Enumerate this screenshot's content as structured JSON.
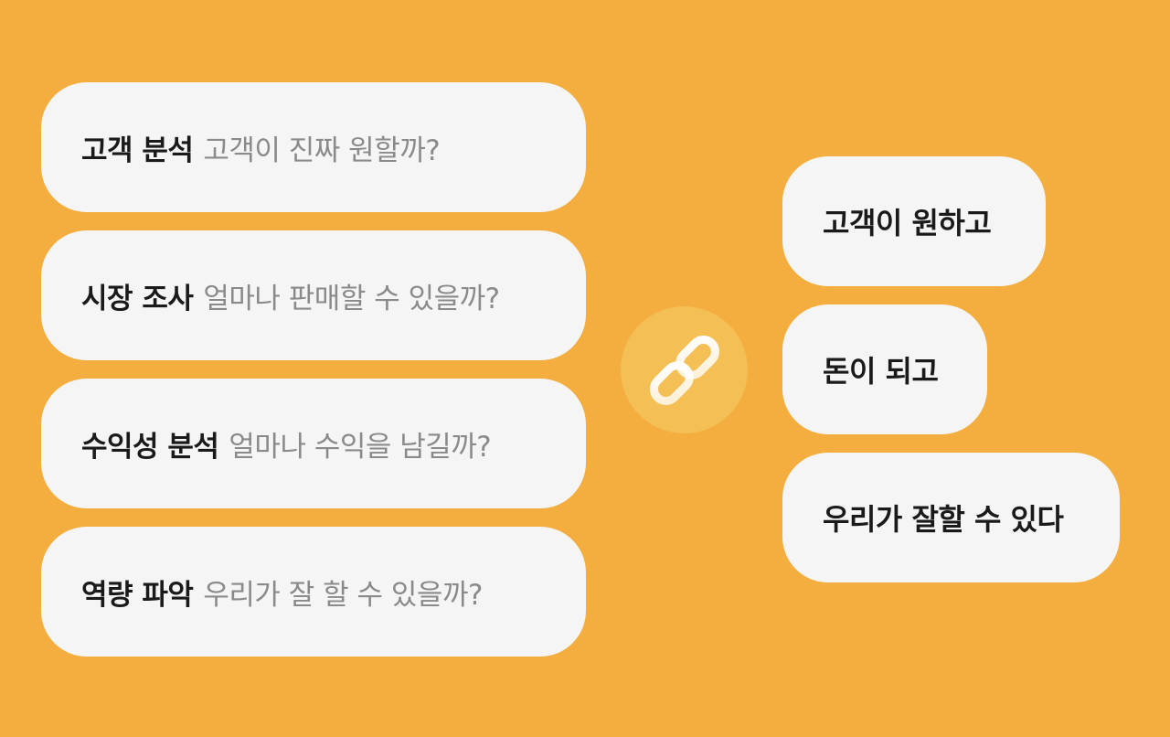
{
  "left_items": [
    {
      "title": "고객 분석",
      "description": "고객이 진짜 원할까?"
    },
    {
      "title": "시장 조사",
      "description": "얼마나 판매할 수 있을까?"
    },
    {
      "title": "수익성 분석",
      "description": "얼마나 수익을 남길까?"
    },
    {
      "title": "역량 파악",
      "description": "우리가 잘 할 수 있을까?"
    }
  ],
  "center_icon": "link-icon",
  "right_items": [
    {
      "label": "고객이 원하고"
    },
    {
      "label": "돈이 되고"
    },
    {
      "label": "우리가 잘할 수 있다"
    }
  ],
  "colors": {
    "background": "#f3ae3f",
    "pill": "#f5f5f5",
    "title_text": "#1a1a1a",
    "description_text": "#8a8a8a",
    "icon_circle": "#f4bf55"
  }
}
